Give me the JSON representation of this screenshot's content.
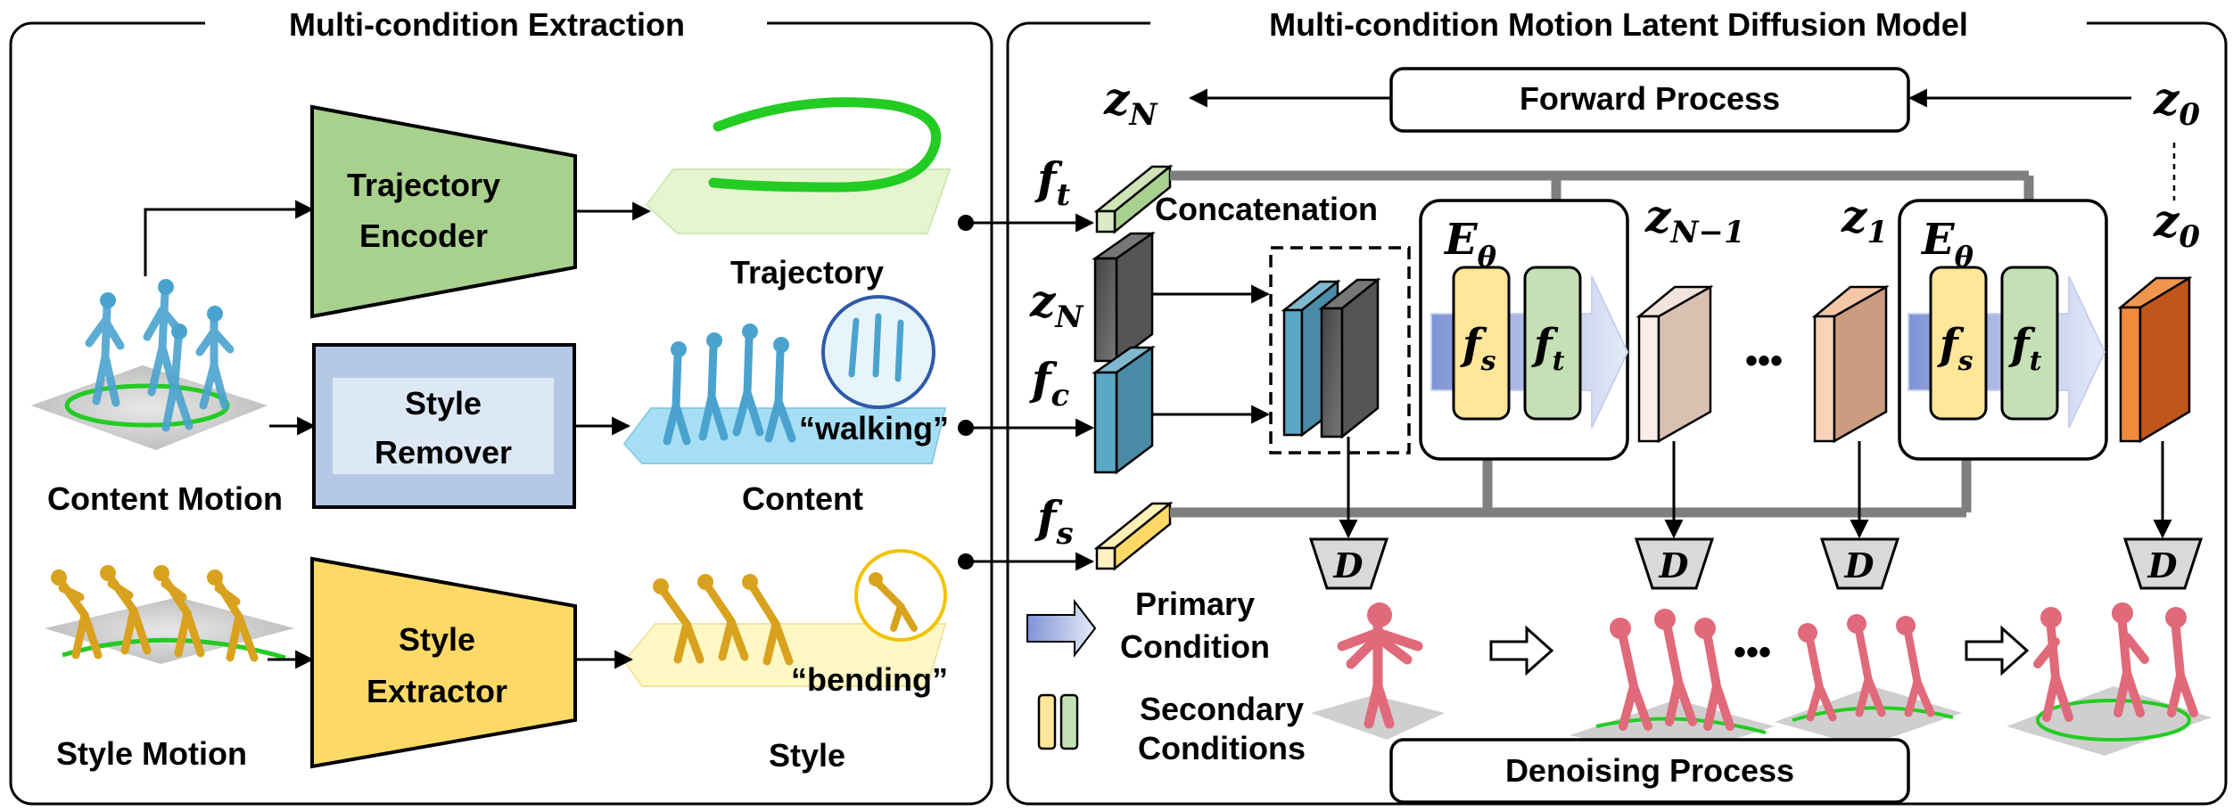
{
  "left_panel": {
    "title": "Multi-condition Extraction",
    "trajectory_encoder": {
      "line1": "Trajectory",
      "line2": "Encoder"
    },
    "style_remover": {
      "line1": "Style",
      "line2": "Remover"
    },
    "style_extractor": {
      "line1": "Style",
      "line2": "Extractor"
    },
    "labels": {
      "trajectory": "Trajectory",
      "content": "Content",
      "style": "Style",
      "content_motion": "Content Motion",
      "style_motion": "Style Motion",
      "walking": "“walking”",
      "bending": "“bending”"
    }
  },
  "right_panel": {
    "title": "Multi-condition Motion Latent Diffusion Model",
    "forward_process": "Forward Process",
    "denoising_process": "Denoising Process",
    "concatenation": "Concatenation",
    "ellipsis": "•••",
    "legend": {
      "primary_line1": "Primary",
      "primary_line2": "Condition",
      "secondary_line1": "Secondary",
      "secondary_line2": "Conditions"
    },
    "symbols": {
      "z": "z",
      "z_N_sub": "N",
      "z_0_sub": "0",
      "z_1_sub": "1",
      "z_Nm1_sub": "N−1",
      "f": "f",
      "t_sub": "t",
      "c_sub": "c",
      "s_sub": "s",
      "E": "E",
      "theta_sub": "θ",
      "decoder": "D"
    }
  },
  "colors": {
    "encoder_green": "#a9d18e",
    "remover_blue": "#b4c7e7",
    "extractor_yellow": "#ffd966",
    "gray_arrow": "#7f7f7f",
    "trajectory_green": "#22cc22",
    "motion_blue": "#4aa3cf",
    "motion_gold": "#d9a21e",
    "motion_pink": "#e06a7a"
  }
}
